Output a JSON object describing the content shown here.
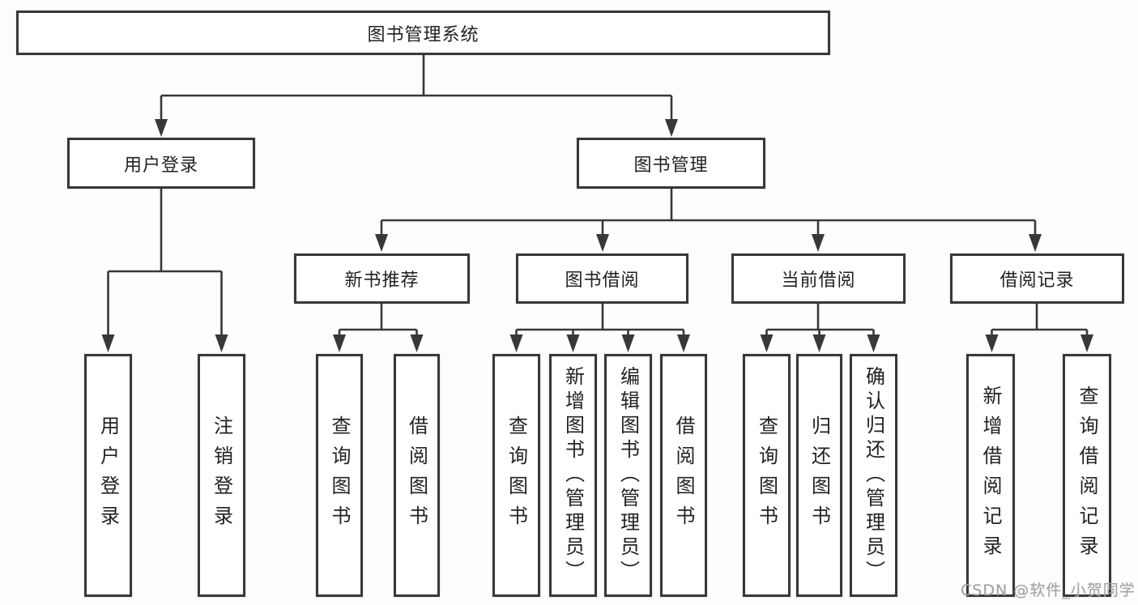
{
  "tree": {
    "root": "图书管理系统",
    "user_login": {
      "label": "用户登录",
      "leaves": [
        "用户登录",
        "注销登录"
      ]
    },
    "book_mgmt": {
      "label": "图书管理"
    },
    "new_books": {
      "label": "新书推荐",
      "leaves": [
        "查询图书",
        "借阅图书"
      ]
    },
    "book_borrow": {
      "label": "图书借阅",
      "leaves": [
        "查询图书",
        "新增图书（管理员）",
        "编辑图书（管理员）",
        "借阅图书"
      ]
    },
    "current_borrow": {
      "label": "当前借阅",
      "leaves": [
        "查询图书",
        "归还图书",
        "确认归还（管理员）"
      ]
    },
    "borrow_records": {
      "label": "借阅记录",
      "leaves": [
        "新增借阅记录",
        "查询借阅记录"
      ]
    }
  },
  "watermark": "CSDN @软件_小贺同学",
  "colors": {
    "line": "#383838",
    "box_background": "#ffffff",
    "text": "#222222",
    "watermark": "#a3a3a3"
  }
}
